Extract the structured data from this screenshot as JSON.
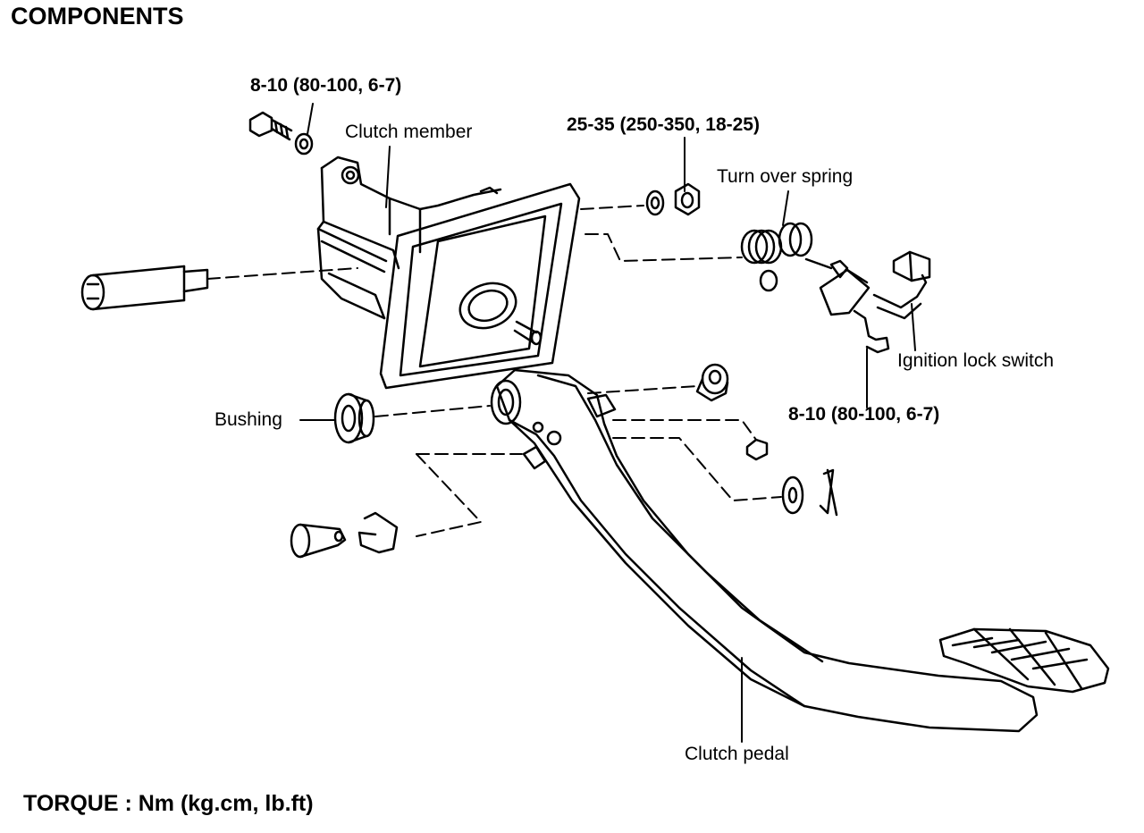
{
  "title": "COMPONENTS",
  "footer": "TORQUE : Nm (kg.cm, lb.ft)",
  "labels": {
    "torque_bolt_top": "8-10 (80-100, 6-7)",
    "clutch_member": "Clutch member",
    "torque_nut": "25-35 (250-350, 18-25)",
    "turn_over_spring": "Turn over spring",
    "ignition_lock_switch": "Ignition lock switch",
    "torque_switch": "8-10 (80-100, 6-7)",
    "bushing": "Bushing",
    "clutch_pedal": "Clutch pedal"
  },
  "colors": {
    "ink": "#000000",
    "paper": "#ffffff"
  }
}
